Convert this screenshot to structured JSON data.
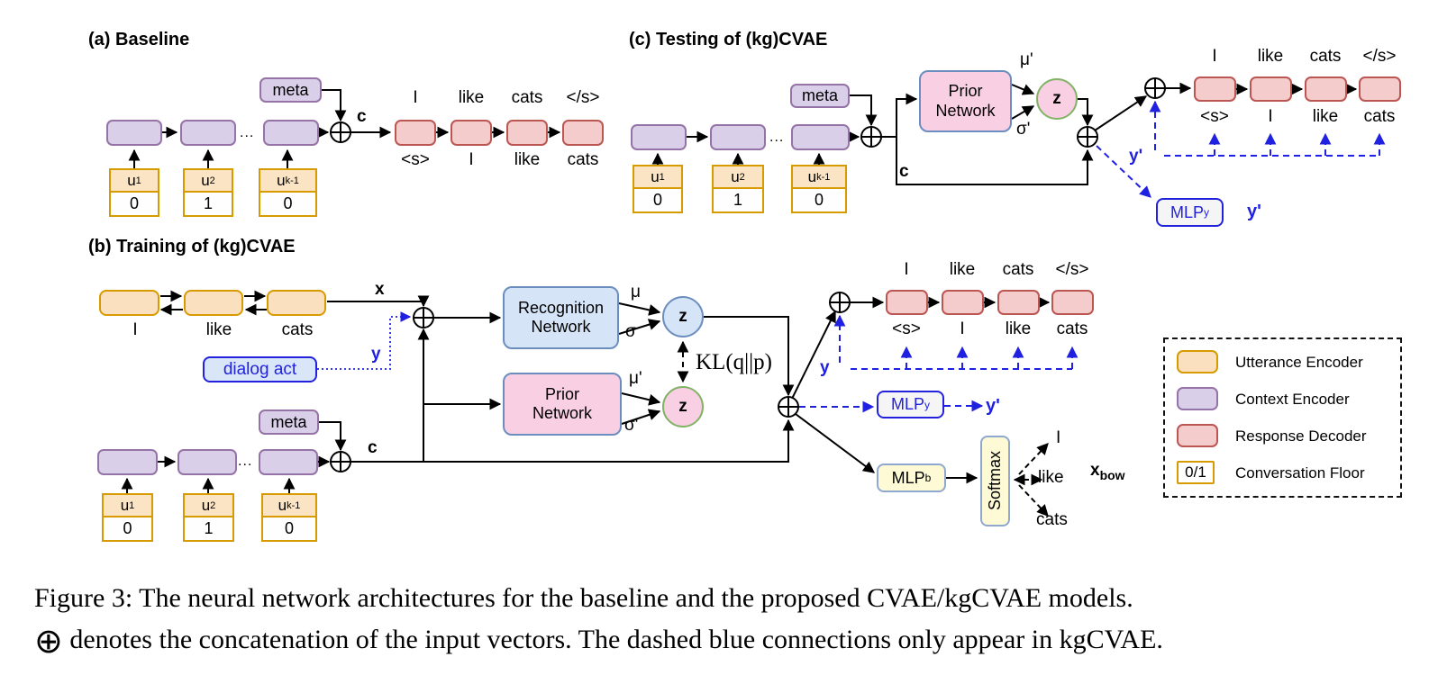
{
  "panel_a": {
    "title": "(a) Baseline",
    "meta_label": "meta",
    "ellipsis": "...",
    "c_label": "c",
    "utterances": [
      {
        "base": "u",
        "sub": "1",
        "floor": "0"
      },
      {
        "base": "u",
        "sub": "2",
        "floor": "1"
      },
      {
        "base": "u",
        "sub": "k-1",
        "floor": "0"
      }
    ],
    "decoder_outputs": [
      "I",
      "like",
      "cats",
      "</s>"
    ],
    "decoder_inputs": [
      "<s>",
      "I",
      "like",
      "cats"
    ]
  },
  "panel_b": {
    "title": "(b) Training of (kg)CVAE",
    "utterance_words": [
      "I",
      "like",
      "cats"
    ],
    "x_label": "x",
    "y_label": "y",
    "dialog_act_label": "dialog act",
    "recognition_network": {
      "line1": "Recognition",
      "line2": "Network"
    },
    "prior_network": {
      "line1": "Prior",
      "line2": "Network"
    },
    "mu": "μ",
    "sigma": "σ",
    "mu_prime": "μ'",
    "sigma_prime": "σ'",
    "z_label": "z",
    "kl_label": "KL(q||p)",
    "meta_label": "meta",
    "ellipsis": "...",
    "c_label": "c",
    "utterances": [
      {
        "base": "u",
        "sub": "1",
        "floor": "0"
      },
      {
        "base": "u",
        "sub": "2",
        "floor": "1"
      },
      {
        "base": "u",
        "sub": "k-1",
        "floor": "0"
      }
    ],
    "decoder_outputs": [
      "I",
      "like",
      "cats",
      "</s>"
    ],
    "decoder_inputs": [
      "<s>",
      "I",
      "like",
      "cats"
    ],
    "mlp_y": {
      "base": "MLP",
      "sub": "y"
    },
    "y_prime": "y'",
    "mlp_b": {
      "base": "MLP",
      "sub": "b"
    },
    "softmax_label": "Softmax",
    "bow_words": [
      "I",
      "like",
      "cats"
    ],
    "x_bow": {
      "base": "x",
      "sub": "bow"
    }
  },
  "panel_c": {
    "title": "(c) Testing of (kg)CVAE",
    "meta_label": "meta",
    "ellipsis": "...",
    "c_label": "c",
    "utterances": [
      {
        "base": "u",
        "sub": "1",
        "floor": "0"
      },
      {
        "base": "u",
        "sub": "2",
        "floor": "1"
      },
      {
        "base": "u",
        "sub": "k-1",
        "floor": "0"
      }
    ],
    "prior_network": {
      "line1": "Prior",
      "line2": "Network"
    },
    "mu_prime": "μ'",
    "sigma_prime": "σ'",
    "z_label": "z",
    "mlp_y": {
      "base": "MLP",
      "sub": "y"
    },
    "y_prime": "y'",
    "decoder_outputs": [
      "I",
      "like",
      "cats",
      "</s>"
    ],
    "decoder_inputs": [
      "<s>",
      "I",
      "like",
      "cats"
    ]
  },
  "legend": {
    "items": [
      {
        "label": "Utterance Encoder"
      },
      {
        "label": "Context Encoder"
      },
      {
        "label": "Response Decoder"
      },
      {
        "swatch_text": "0/1",
        "label": "Conversation Floor"
      }
    ]
  },
  "caption": {
    "line1": "Figure 3: The neural network architectures for the baseline and the proposed CVAE/kgCVAE models.",
    "oplus": "⊕",
    "line2": "denotes the concatenation of the input vectors. The dashed blue connections only appear in kgCVAE."
  },
  "colors": {
    "utterance_encoder_fill": "#FAE0BE",
    "utterance_encoder_border": "#D79B00",
    "context_encoder_fill": "#D9CFE8",
    "context_encoder_border": "#9673A6",
    "response_decoder_fill": "#F4CCCB",
    "response_decoder_border": "#BB5653",
    "recognition_fill": "#D6E4F7",
    "prior_fill": "#F9CFE4",
    "network_border": "#6C8EBF",
    "z_prior_border": "#82B366",
    "kgcvae_blue": "#2020E0",
    "mlp_softmax_fill": "#FDFAD5",
    "floor_fill": "#FFFFFF"
  }
}
